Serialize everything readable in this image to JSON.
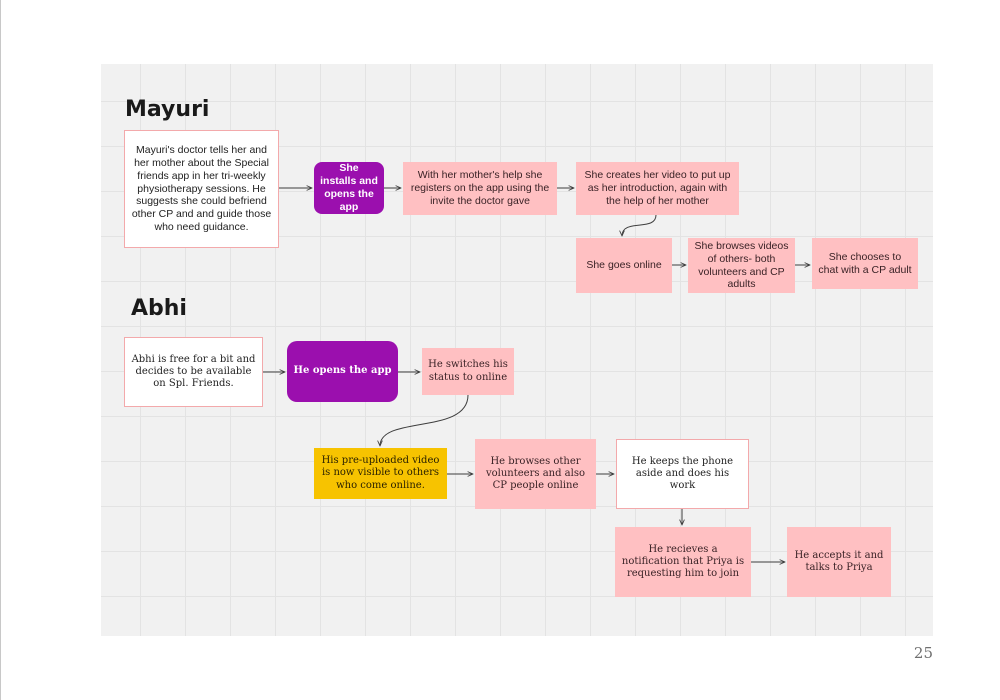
{
  "mayuri": {
    "heading": "Mayuri",
    "nodes": {
      "doctor": "Mayuri's doctor tells her and her mother about the Special friends app in her tri-weekly physiotherapy sessions. He suggests she could befriend other CP and and guide those who need guidance.",
      "installs": "She installs and opens the app",
      "registers": "With her mother's help she registers on the app using the invite the doctor gave",
      "video": "She creates her video to put up as her introduction, again with the help of her mother",
      "online": "She goes online",
      "browses": "She browses videos of others- both volunteers and CP adults",
      "chat": "She chooses to chat with a CP adult"
    }
  },
  "abhi": {
    "heading": "Abhi",
    "nodes": {
      "free": "Abhi is free for a bit and decides to be available on Spl. Friends.",
      "opens": "He opens the app",
      "status": "He switches his status to online",
      "preuploaded": "His pre-uploaded video is now visible to others who come online.",
      "browses": "He browses other volunteers and also CP people online",
      "phone": "He keeps the phone aside and does his work",
      "notification": "He recieves a notification that Priya is requesting him to join",
      "accepts": "He accepts it and talks to Priya"
    }
  },
  "colors": {
    "pink": "#ffc0c2",
    "purple": "#9b0fae",
    "gold": "#f7c300",
    "board": "#f1f1f1"
  },
  "page_number": "25"
}
